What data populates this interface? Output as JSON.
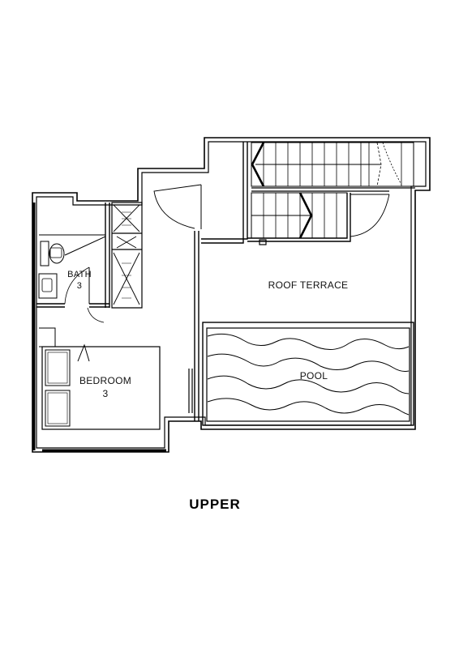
{
  "plan": {
    "caption": "UPPER",
    "rooms": {
      "bath": {
        "name": "BATH",
        "number": "3"
      },
      "bedroom": {
        "name": "BEDROOM",
        "number": "3"
      },
      "roof_terrace": {
        "name": "ROOF TERRACE"
      },
      "pool": {
        "name": "POOL"
      }
    },
    "colors": {
      "lines": "#000000",
      "background": "#ffffff"
    }
  }
}
